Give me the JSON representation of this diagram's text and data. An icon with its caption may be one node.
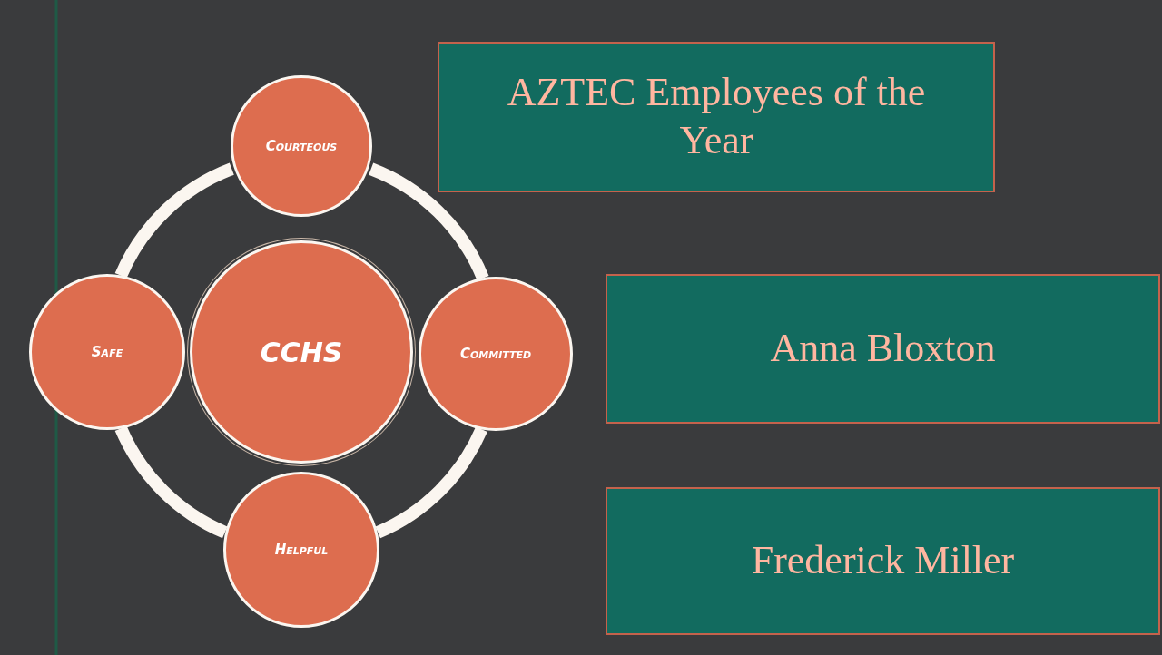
{
  "diagram": {
    "nodes": [
      {
        "text": [
          "Courteous"
        ]
      },
      {
        "text": [
          "Safe"
        ]
      },
      {
        "text": [
          "CCHS"
        ]
      },
      {
        "text": [
          "Committed"
        ]
      },
      {
        "text": [
          "Helpful"
        ]
      },
      {
        "text": [
          "AZTEC Employees of the Year"
        ]
      },
      {
        "text": [
          "Anna Bloxton"
        ]
      },
      {
        "text": [
          "Frederick Miller"
        ]
      }
    ],
    "edges": [
      {
        "from": 0,
        "to": 3,
        "arrow": "none"
      },
      {
        "from": 3,
        "to": 4,
        "arrow": "none"
      },
      {
        "from": 4,
        "to": 1,
        "arrow": "none"
      },
      {
        "from": 1,
        "to": 0,
        "arrow": "none"
      }
    ]
  }
}
